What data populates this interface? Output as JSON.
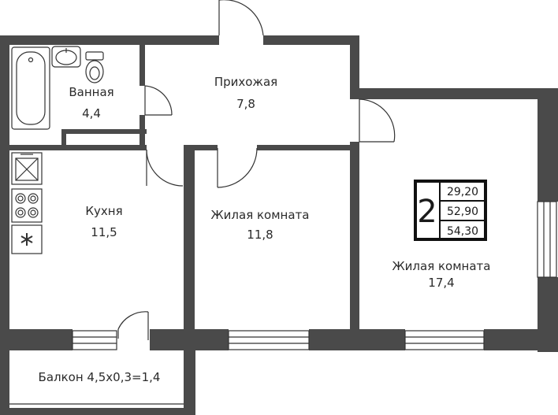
{
  "rooms": {
    "bathroom": {
      "name": "Ванная",
      "area": "4,4"
    },
    "hallway": {
      "name": "Прихожая",
      "area": "7,8"
    },
    "kitchen": {
      "name": "Кухня",
      "area": "11,5"
    },
    "living1": {
      "name": "Жилая комната",
      "area": "11,8"
    },
    "living2": {
      "name": "Жилая комната",
      "area": "17,4"
    },
    "balcony": {
      "label": "Балкон 4,5x0,3=1,4"
    }
  },
  "summary": {
    "rooms_count": "2",
    "living_area": "29,20",
    "total_area": "52,90",
    "total_with_balcony": "54,30"
  },
  "colors": {
    "wall": "#4a4a4a",
    "text": "#2b2b2b",
    "background": "#ffffff"
  },
  "icons": [
    "bathtub-icon",
    "sink-icon",
    "toilet-icon",
    "stove-icon",
    "kitchen-sink-icon",
    "fridge-icon"
  ]
}
